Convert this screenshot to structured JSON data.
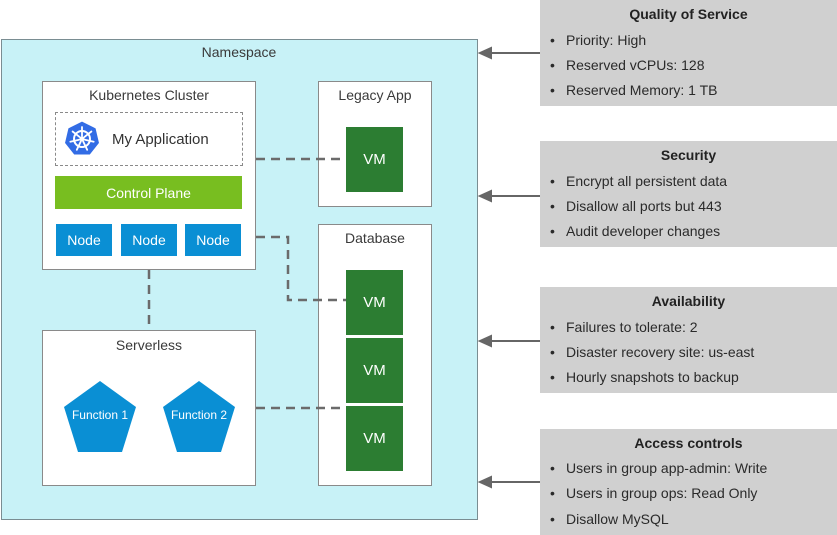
{
  "namespace": {
    "title": "Namespace"
  },
  "kubernetes": {
    "title": "Kubernetes Cluster",
    "app_label": "My Application",
    "control_plane": "Control Plane",
    "nodes": [
      "Node",
      "Node",
      "Node"
    ]
  },
  "legacy": {
    "title": "Legacy App",
    "vm": "VM"
  },
  "database": {
    "title": "Database",
    "vms": [
      "VM",
      "VM",
      "VM"
    ]
  },
  "serverless": {
    "title": "Serverless",
    "functions": [
      "Function 1",
      "Function 2"
    ]
  },
  "colors": {
    "namespace_bg": "#c8f2f7",
    "vm": "#2c7d32",
    "node": "#0a8fd4",
    "control_plane": "#78be20",
    "panel_bg": "#d0d0d0",
    "k8s_logo": "#326ce5"
  },
  "icons": {
    "app": "kubernetes-helm-icon"
  },
  "policies": [
    {
      "title": "Quality of Service",
      "items": [
        "Priority: High",
        "Reserved vCPUs: 128",
        "Reserved Memory: 1 TB"
      ]
    },
    {
      "title": "Security",
      "items": [
        "Encrypt all persistent data",
        "Disallow all ports but 443",
        "Audit developer changes"
      ]
    },
    {
      "title": "Availability",
      "items": [
        "Failures to tolerate: 2",
        "Disaster recovery site: us-east",
        "Hourly snapshots to backup"
      ]
    },
    {
      "title": "Access controls",
      "items": [
        "Users in group app-admin: Write",
        "Users in group ops: Read Only",
        "Disallow MySQL"
      ]
    }
  ]
}
